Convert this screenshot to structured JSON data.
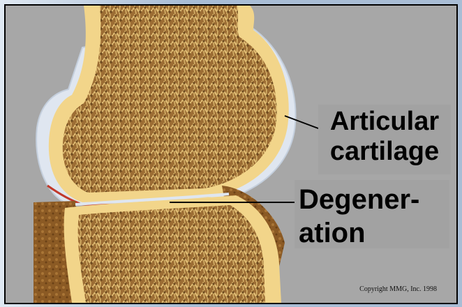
{
  "labels": {
    "articular_cartilage_line1": "Articular",
    "articular_cartilage_line2": "cartilage",
    "degeneration_line1": "Degener-",
    "degeneration_line2": "ation"
  },
  "copyright": "Copyright MMG, Inc. 1998",
  "colors": {
    "background": "#a7a7a7",
    "bone_cortex": "#f2d58a",
    "bone_marrow": "#b58a4a",
    "cartilage": "#dfe6f0",
    "degeneration": "#c0392b",
    "tissue": "#9a6a2f"
  }
}
